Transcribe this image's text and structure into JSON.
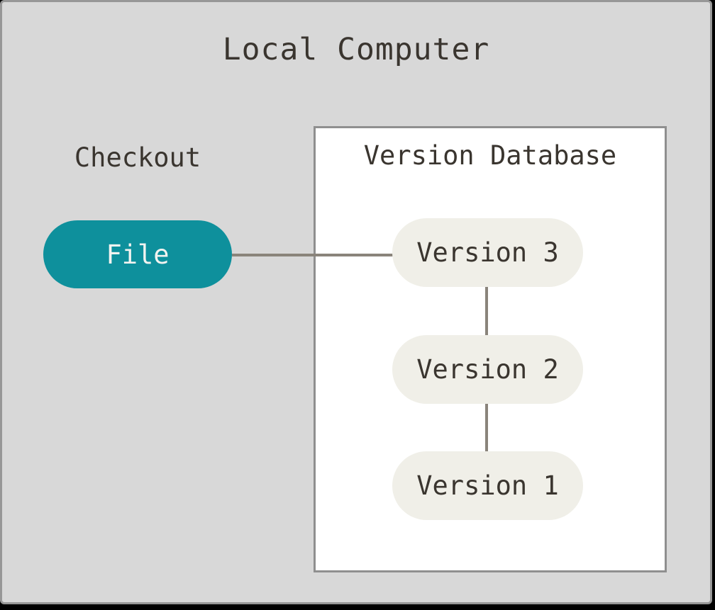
{
  "window": {
    "title": "Local Computer"
  },
  "checkout": {
    "label": "Checkout",
    "file_label": "File"
  },
  "version_database": {
    "title": "Version Database",
    "versions": [
      "Version 3",
      "Version 2",
      "Version 1"
    ]
  },
  "colors": {
    "accent_teal": "#0e909c",
    "version_pill_cream": "#f0efe8",
    "panel_background": "#d8d8d8",
    "panel_border": "#979797",
    "box_border": "#8f8f8f",
    "connector_gray": "#8a847b",
    "text_dark": "#3a352f",
    "file_text": "#f2f3f0",
    "backdrop": "#000000"
  }
}
